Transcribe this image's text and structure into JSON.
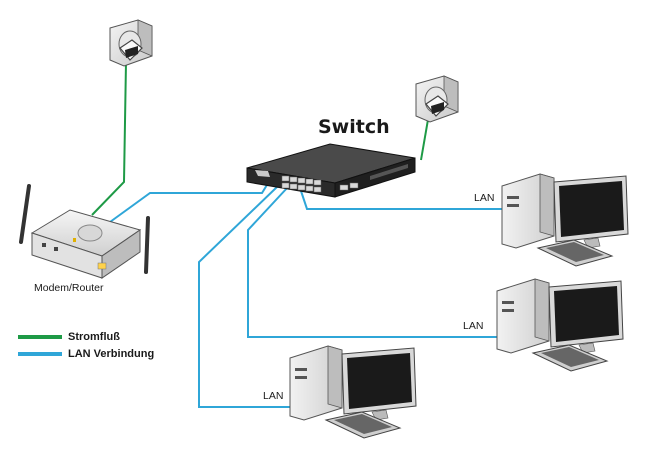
{
  "diagram": {
    "switch_label": "Switch",
    "router_label": "Modem/Router",
    "lan_labels": [
      "LAN",
      "LAN",
      "LAN"
    ],
    "legend": [
      {
        "label": "Stromfluß",
        "color": "#1e9a46"
      },
      {
        "label": "LAN Verbindung",
        "color": "#2fa6d8"
      }
    ],
    "icons": [
      "power-outlet-icon",
      "power-outlet-icon",
      "network-switch-icon",
      "wireless-router-icon",
      "desktop-pc-icon",
      "desktop-pc-icon",
      "desktop-pc-icon"
    ]
  }
}
